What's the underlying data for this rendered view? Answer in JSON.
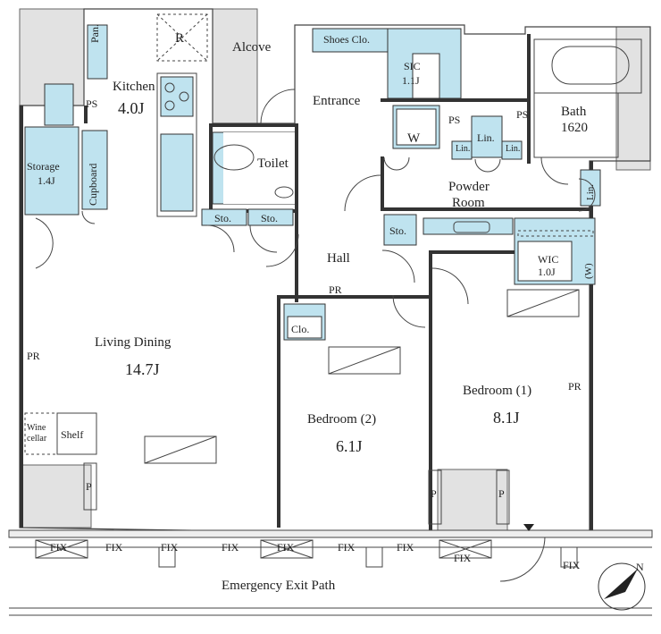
{
  "labels": {
    "pantry": "Pan.",
    "refrigerator": "R",
    "alcove": "Alcove",
    "kitchen": "Kitchen",
    "kitchen_area": "4.0J",
    "ps_kitchen": "PS",
    "storage": "Storage",
    "storage_area": "1.4J",
    "cupboard": "Cupboard",
    "shoes_closet": "Shoes Clo.",
    "sic": "SIC",
    "sic_area": "1.1J",
    "entrance": "Entrance",
    "washer": "W",
    "ps_entrance": "PS",
    "linen": "Lin.",
    "linen_small_left": "Lin.",
    "linen_small_right": "Lin.",
    "ps_bath": "PS",
    "bath": "Bath",
    "bath_size": "1620",
    "toilet": "Toilet",
    "powder_room_1": "Powder",
    "powder_room_2": "Room",
    "linen_right": "Lin.",
    "storage_sto_1": "Sto.",
    "storage_sto_2": "Sto.",
    "storage_sto_3": "Sto.",
    "hall": "Hall",
    "wic": "WIC",
    "wic_area": "1.0J",
    "wic_w": "(W)",
    "pr_hall": "PR",
    "closet": "Clo.",
    "living_dining": "Living Dining",
    "living_dining_area": "14.7J",
    "pr_living": "PR",
    "bedroom1": "Bedroom (1)",
    "bedroom1_area": "8.1J",
    "pr_bedroom1": "PR",
    "bedroom2": "Bedroom (2)",
    "bedroom2_area": "6.1J",
    "wine_cellar_1": "Wine",
    "wine_cellar_2": "cellar",
    "shelf": "Shelf",
    "p_left": "P",
    "p_mid": "P",
    "p_right": "P",
    "fix": "FIX",
    "emergency_exit": "Emergency Exit Path",
    "north": "N"
  },
  "colors": {
    "fixture_fill": "#bfe3ef",
    "wall_stroke": "#333333",
    "balcony_fill": "#e2e2e2"
  },
  "icons": {
    "compass": "north-arrow-icon",
    "entrance_marker": "triangle-down-icon"
  }
}
